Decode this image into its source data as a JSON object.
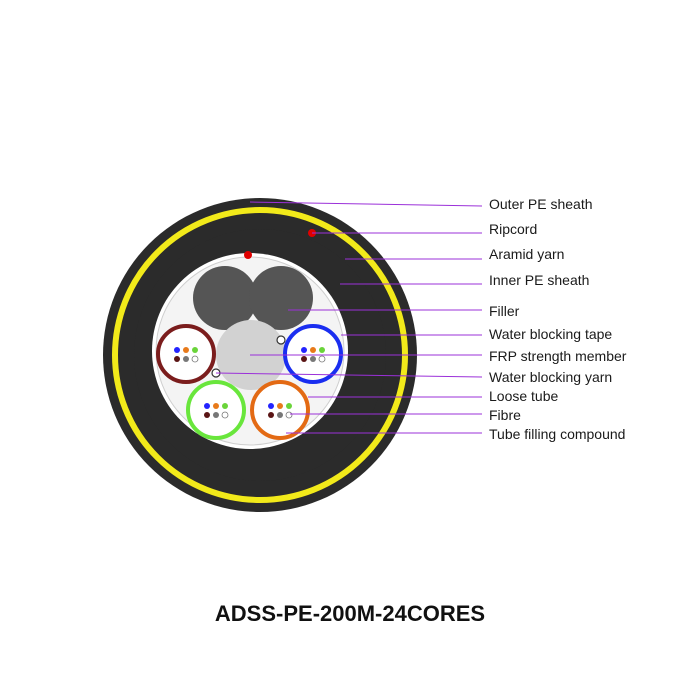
{
  "title": "ADSS-PE-200M-24CORES",
  "labels": [
    "Outer PE sheath",
    "Ripcord",
    "Aramid yarn",
    "Inner PE sheath",
    "Filler",
    "Water blocking tape",
    "FRP strength member",
    "Water blocking yarn",
    "Loose tube",
    "Fibre",
    "Tube filling compound"
  ],
  "colors": {
    "outer_sheath": "#2b2b2b",
    "aramid_ring": "#f2ea1a",
    "ripcord": "#e00000",
    "filler": "#555555",
    "frp_member": "#d2d2d2",
    "leader_line": "#9b30d9",
    "tube_brown": "#7b1d1d",
    "tube_blue": "#1a2ef0",
    "tube_green": "#69e63c",
    "tube_orange": "#e36a14"
  },
  "fibre_colors": [
    "#2323ff",
    "#e87a1a",
    "#6ad43a",
    "#5a1414",
    "#777777",
    "#ffffff"
  ]
}
